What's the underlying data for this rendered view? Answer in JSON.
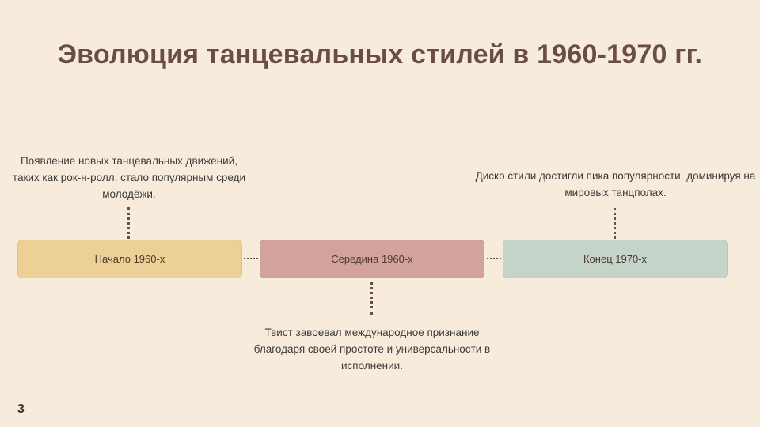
{
  "slide": {
    "title": "Эволюция танцевальных стилей в 1960-1970 гг.",
    "page_number": "3"
  },
  "timeline": [
    {
      "label": "Начало 1960-х",
      "description": "Появление новых танцевальных движений, таких как рок-н-ролл, стало популярным среди молодёжи.",
      "color": "#ecd095"
    },
    {
      "label": "Середина 1960-х",
      "description": "Твист завоевал международное признание благодаря своей простоте и универсальности в исполнении.",
      "color": "#d3a29a"
    },
    {
      "label": "Конец 1970-х",
      "description": "Диско стили достигли пика популярности, доминируя на мировых танцполах.",
      "color": "#c5d4c8"
    }
  ]
}
